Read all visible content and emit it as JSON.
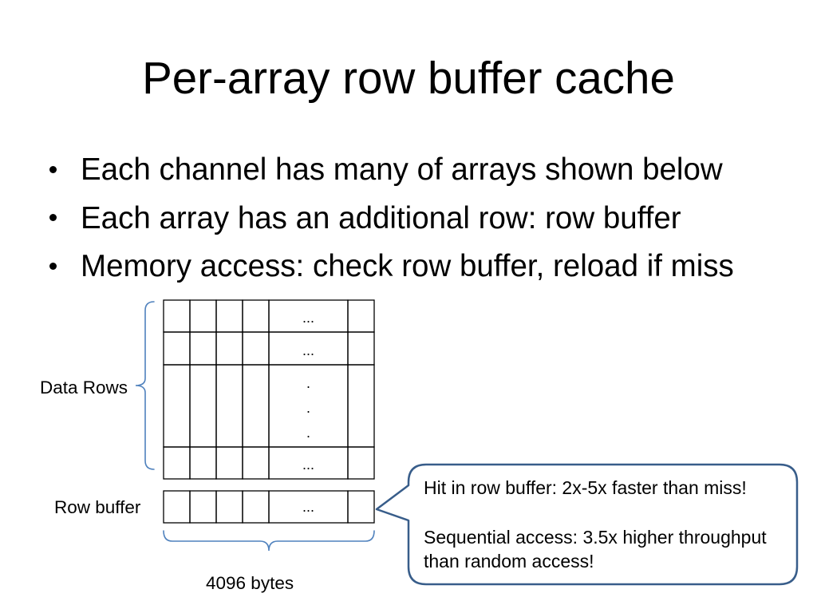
{
  "slide": {
    "title": "Per-array row buffer cache",
    "bullets": [
      "Each channel has many of arrays shown below",
      "Each array has an additional row: row buffer",
      "Memory access: check row buffer, reload if miss"
    ]
  },
  "diagram": {
    "data_rows_label": "Data Rows",
    "row_buffer_label": "Row buffer",
    "width_label": "4096 bytes",
    "data_rows": [
      {
        "text": "..."
      },
      {
        "text": "..."
      },
      {
        "dots": [
          ".",
          ".",
          "."
        ]
      },
      {
        "text": "..."
      }
    ],
    "row_buffer": {
      "text": "..."
    }
  },
  "callout": {
    "lines": [
      "Hit in row buffer: 2x-5x faster than miss!",
      "Sequential access: 3.5x higher throughput",
      "than random access!"
    ]
  },
  "colors": {
    "background": "#FFFFFF",
    "text": "#000000",
    "grid": "#000000",
    "brace": "#4F81BD",
    "callout_border": "#385D8A"
  }
}
